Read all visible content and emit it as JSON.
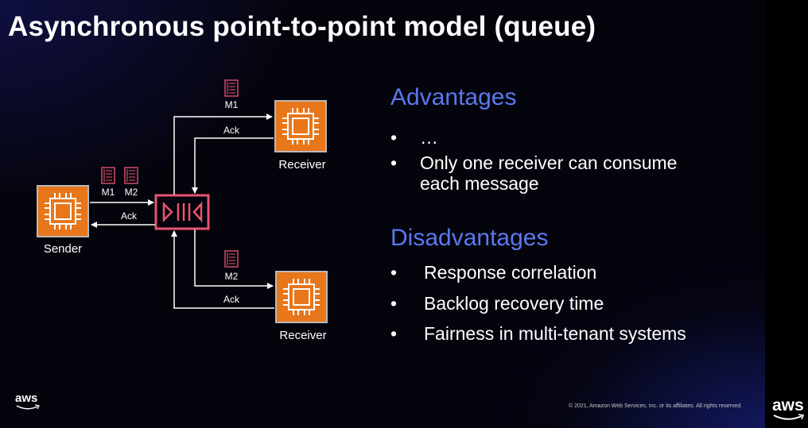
{
  "slide": {
    "title": "Asynchronous point-to-point model (queue)",
    "copyright": "© 2021, Amazon Web Services, Inc. or its affiliates. All rights reserved.",
    "logo_small": "aws",
    "logo_large": "aws"
  },
  "diagram": {
    "sender_label": "Sender",
    "receiver_top_label": "Receiver",
    "receiver_bottom_label": "Receiver",
    "msg_top": "M1",
    "msg_sender_1": "M1",
    "msg_sender_2": "M2",
    "msg_bottom": "M2",
    "ack_sender": "Ack",
    "ack_top": "Ack",
    "ack_bottom": "Ack"
  },
  "advantages": {
    "heading": "Advantages",
    "items": [
      "…",
      "Only one receiver can consume",
      "each message"
    ]
  },
  "disadvantages": {
    "heading": "Disadvantages",
    "items": [
      "Response correlation",
      "Backlog recovery time",
      "Fairness in multi-tenant systems"
    ]
  },
  "colors": {
    "heading": "#5b78f0",
    "chip": "#e8761a",
    "queue": "#e8546e",
    "message": "#d24b66"
  },
  "icons": [
    "cpu-chip-icon",
    "queue-icon",
    "message-icon"
  ]
}
